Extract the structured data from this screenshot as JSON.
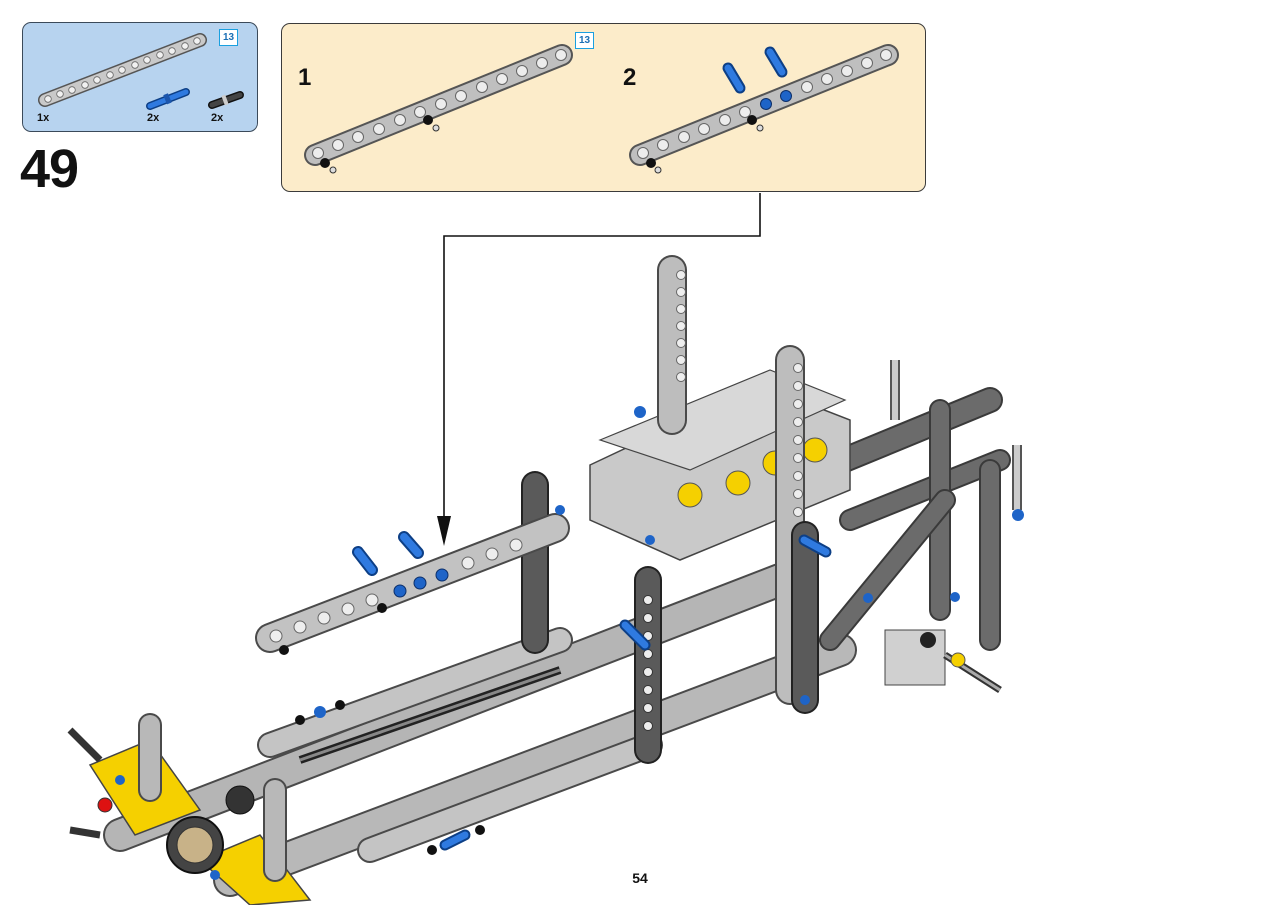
{
  "parts_list": {
    "badge": "13",
    "items": [
      {
        "part": "beam-13",
        "count": "1x",
        "color": "#c7c7c7"
      },
      {
        "part": "blue-axle-pin",
        "count": "2x",
        "color": "#1e64c8"
      },
      {
        "part": "black-friction-pin",
        "count": "2x",
        "color": "#2a2a2a"
      }
    ]
  },
  "step": {
    "number": "49"
  },
  "sub_assembly": {
    "badge": "13",
    "steps": [
      {
        "label": "1"
      },
      {
        "label": "2"
      }
    ]
  },
  "page": {
    "number": "54"
  },
  "colors": {
    "parts_box_bg": "#b7d3ef",
    "sub_box_bg": "#fcecca",
    "light_gray": "#bdbdbd",
    "dark_gray": "#5a5a5a",
    "blue": "#1e64c8",
    "yellow": "#f5d000"
  }
}
